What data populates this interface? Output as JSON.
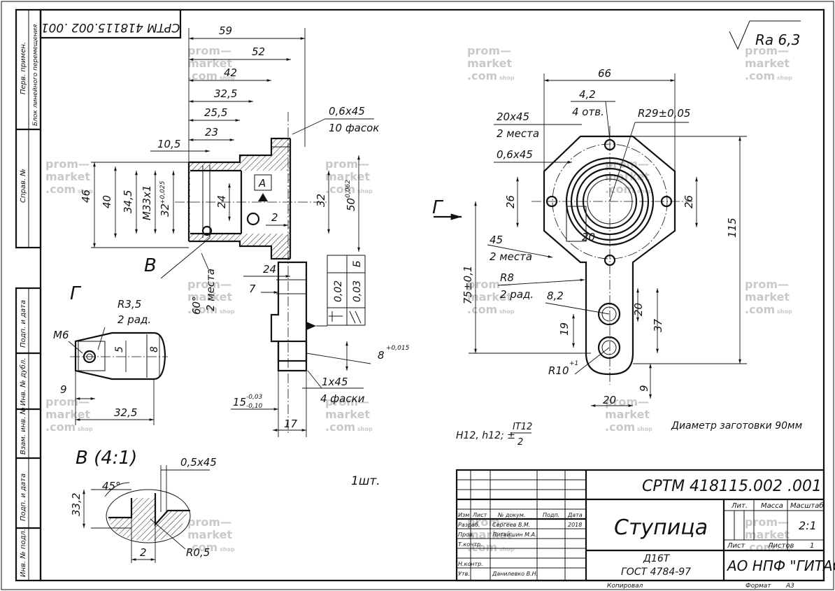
{
  "designation": "СРТМ 418115.002 .001",
  "designation_rotated": "СРТМ 418115.002 .001",
  "part_name": "Ступица",
  "material_line1": "Д16Т",
  "material_line2": "ГОСТ 4784-97",
  "company": "АО НПФ \"ГИТАС\"",
  "scale": "2:1",
  "sheet_label": "Лист",
  "sheets_label": "Листов",
  "sheets_value": "1",
  "lit_label": "Лит.",
  "mass_label": "Масса",
  "scale_label": "Масштаб",
  "copied_label": "Копировал",
  "format_label": "Формат",
  "format_value": "А3",
  "title_rows": {
    "izm": "Изм",
    "list": "Лист",
    "doc": "№ докум.",
    "sign": "Подп.",
    "date": "Дата",
    "razrab": "Разраб.",
    "razrab_name": "Сергеев В.М.",
    "razrab_date": "2018",
    "prov": "Пров.",
    "prov_name": "Литвишин М.А.",
    "tkontr": "Т.контр.",
    "nkontr": "Н.контр.",
    "utv": "Утв.",
    "utv_name": "Данилевко В.Н."
  },
  "side_strip": {
    "perv_primen": "Перв. примен.",
    "block": "Блок линейного перемещения",
    "sprav": "Справ. №",
    "podp_data1": "Подп. и дата",
    "inv_dubl": "Инв. № дубл.",
    "vzam_inv": "Взам. инв. №",
    "podp_data2": "Подп. и дата",
    "inv_podl": "Инв. № подл."
  },
  "roughness": "Ra 6,3",
  "quantity": "1шт.",
  "blank_diameter": "Диаметр заготовки 90мм",
  "tolerance_note": {
    "prefix": "H12, h12; ±",
    "numerator": "IT12",
    "denominator": "2"
  },
  "views": {
    "section_g": "Г",
    "detail_v": "В (4:1)",
    "callout_v": "В",
    "arrow_g": "Г",
    "datum_a": "А",
    "datum_b": "Б"
  },
  "dims_left": {
    "d59": "59",
    "d52": "52",
    "d42": "42",
    "d32_5": "32,5",
    "d25_5": "25,5",
    "d23": "23",
    "d10_5": "10,5",
    "d46": "46",
    "d40": "40",
    "d34_5": "34,5",
    "m33": "М33х1",
    "d32": "32",
    "d32_tol": "+0,025",
    "d24": "24",
    "d2": "2",
    "d32b": "32",
    "d50": "50",
    "d50_tol": "-0,062",
    "d06x45": "0,6х45",
    "d10_faski": "10 фасок",
    "d24b": "24",
    "d7": "7",
    "d60": "60°",
    "d2mesta": "2 места",
    "d8": "8",
    "d8_tol": "+0,015",
    "d1x45": "1х45",
    "d4faski": "4 фаски",
    "d15": "15",
    "d15_up": "-0,03",
    "d15_low": "-0,10",
    "d17": "17"
  },
  "tolerance_frames": {
    "flatness_value": "0,02",
    "parallel_value": "0,03",
    "datum": "Б"
  },
  "dims_section_g": {
    "r3_5": "R3,5",
    "rad2": "2 рад.",
    "m6": "М6",
    "d5": "5",
    "d8": "8",
    "d9": "9",
    "d32_5": "32,5"
  },
  "dims_detail_v": {
    "d05x45": "0,5х45",
    "d45": "45°",
    "d33_2": "33,2",
    "d2": "2",
    "r0_5": "R0,5"
  },
  "dims_right": {
    "d66": "66",
    "d4_2": "4,2",
    "d4otv": "4 отв.",
    "r29": "R29±0,05",
    "d20x45": "20х45",
    "d2mesta": "2 места",
    "d06x45": "0,6х45",
    "d26": "26",
    "d26b": "26",
    "d115": "115",
    "d20": "20",
    "d45": "45",
    "d2mesta2": "2 места",
    "r8": "R8",
    "d2rad": "2 рад.",
    "d75": "75±0,1",
    "d8_2": "8,2",
    "d20b": "20",
    "d19": "19",
    "d37": "37",
    "r10": "R10",
    "r10_tol": "+1",
    "d9": "9",
    "d20c": "20"
  },
  "watermark": {
    "l1": "prom—",
    "l2": "market",
    "l3": ".com",
    "l4": "shop"
  }
}
